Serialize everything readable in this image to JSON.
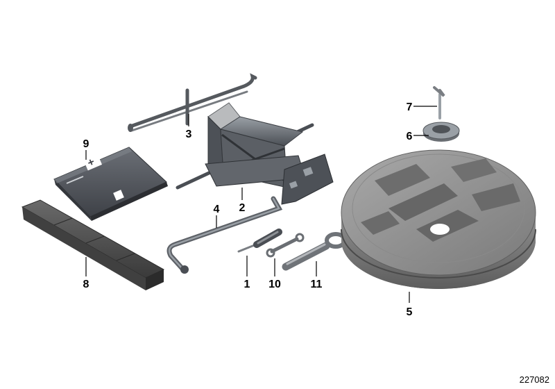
{
  "diagram": {
    "reference_id": "227082",
    "callouts": [
      {
        "id": "p1",
        "label": "1"
      },
      {
        "id": "p2",
        "label": "2"
      },
      {
        "id": "p3",
        "label": "3"
      },
      {
        "id": "p4",
        "label": "4"
      },
      {
        "id": "p5",
        "label": "5"
      },
      {
        "id": "p6",
        "label": "6"
      },
      {
        "id": "p7",
        "label": "7"
      },
      {
        "id": "p8",
        "label": "8"
      },
      {
        "id": "p9",
        "label": "9"
      },
      {
        "id": "p10",
        "label": "10"
      },
      {
        "id": "p11",
        "label": "11"
      }
    ]
  }
}
